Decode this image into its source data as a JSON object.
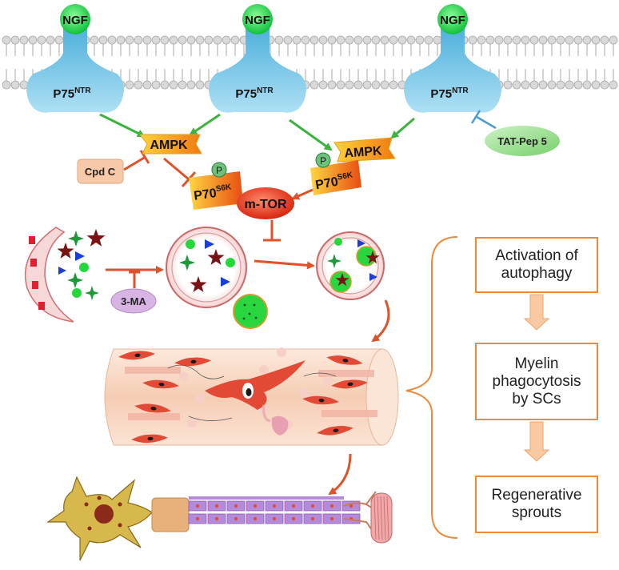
{
  "receptors": [
    {
      "ligand": "NGF",
      "receptor": "P75",
      "receptor_sup": "NTR"
    },
    {
      "ligand": "NGF",
      "receptor": "P75",
      "receptor_sup": "NTR"
    },
    {
      "ligand": "NGF",
      "receptor": "P75",
      "receptor_sup": "NTR"
    }
  ],
  "signaling": {
    "ampk": "AMPK",
    "p70": "P70",
    "p70_sup": "S6K",
    "phospho": "P",
    "mtor": "m-TOR",
    "cpdc": "Cpd C",
    "tatpep": "TAT-Pep 5",
    "threema": "3-MA"
  },
  "flowchart": {
    "step1": "Activation of\nautophagy",
    "step2": "Myelin\nphagocytosis\nby SCs",
    "step3": "Regenerative\nsprouts"
  },
  "colors": {
    "ngf": "#27d84a",
    "receptor": "#7fc7e6",
    "activation_arrow": "#3cb43c",
    "inhibition_arrow": "#e0522a",
    "mtor": "#e23a1a",
    "flow_border": "#ef8a3a",
    "flow_arrow": "#f7b78a",
    "nerve": "#f7d8c4",
    "schwann_cell": "#e24a36",
    "neuron": "#d6b84c"
  },
  "icons": [
    "ngf-ligand-icon",
    "p75-receptor-icon",
    "ampk-kinase-icon",
    "p70s6k-kinase-icon",
    "mtor-icon",
    "autophagosome-icon",
    "lysosome-icon",
    "nerve-fiber-icon",
    "neuron-icon"
  ]
}
